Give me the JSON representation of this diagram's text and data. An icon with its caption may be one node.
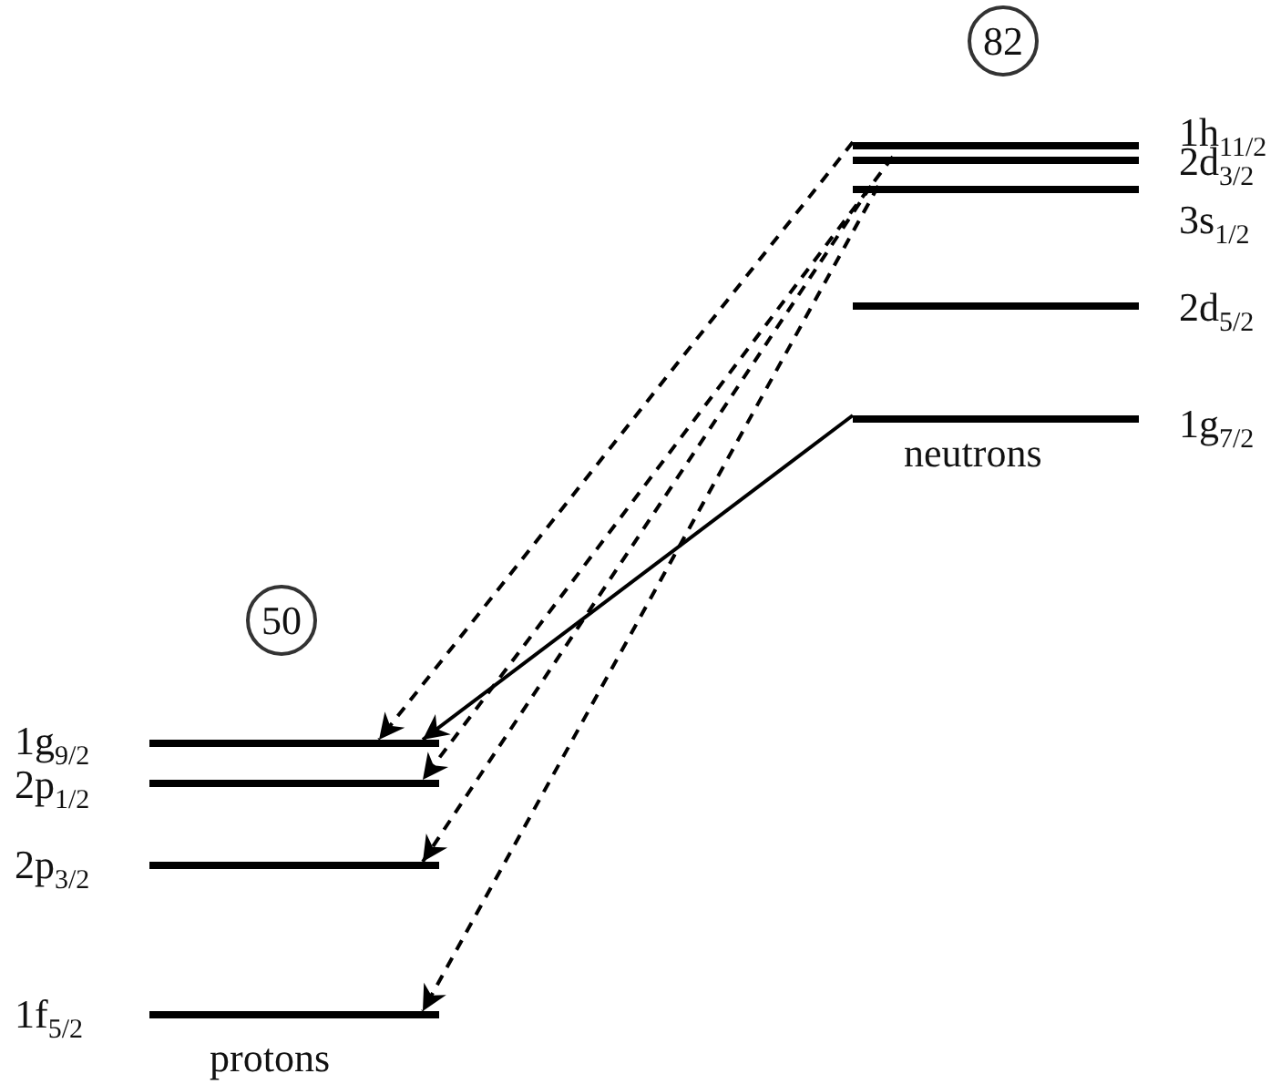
{
  "diagram": {
    "nodes": [
      {
        "text": [
          "82"
        ]
      },
      {
        "text": [],
        "shape": "bar",
        "beside": [
          "1h$_{11/2}$"
        ]
      },
      {
        "text": [],
        "shape": "bar",
        "beside": [
          "2d$_{3/2}$"
        ]
      },
      {
        "text": [],
        "shape": "bar",
        "beside": [
          "3s$_{1/2}$"
        ]
      },
      {
        "text": [],
        "shape": "bar",
        "beside": [
          "2d$_{5/2}$"
        ]
      },
      {
        "text": [],
        "shape": "bar",
        "beside": [
          "1g$_{7/2}$"
        ]
      },
      {
        "text": [
          "50"
        ]
      },
      {
        "text": [],
        "shape": "bar",
        "beside": [
          "1g$_{9/2}$"
        ]
      },
      {
        "text": [],
        "shape": "bar",
        "beside": [
          "2p$_{1/2}$"
        ]
      },
      {
        "text": [],
        "shape": "bar",
        "beside": [
          "2p$_{3/2}$"
        ]
      },
      {
        "text": [],
        "shape": "bar",
        "beside": [
          "1f$_{5/2}$"
        ]
      }
    ],
    "edges": [
      {
        "from": 1,
        "to": 7,
        "arrow": "to",
        "style": "dashed"
      },
      {
        "from": 2,
        "to": 8,
        "arrow": "to",
        "style": "dashed"
      },
      {
        "from": 3,
        "to": 9,
        "arrow": "to",
        "style": "dashed"
      },
      {
        "from": 3,
        "to": 10,
        "arrow": "to",
        "style": "dashed"
      },
      {
        "from": 5,
        "to": 7,
        "arrow": "to"
      }
    ],
    "labels": [
      "neutrons",
      "protons"
    ]
  }
}
